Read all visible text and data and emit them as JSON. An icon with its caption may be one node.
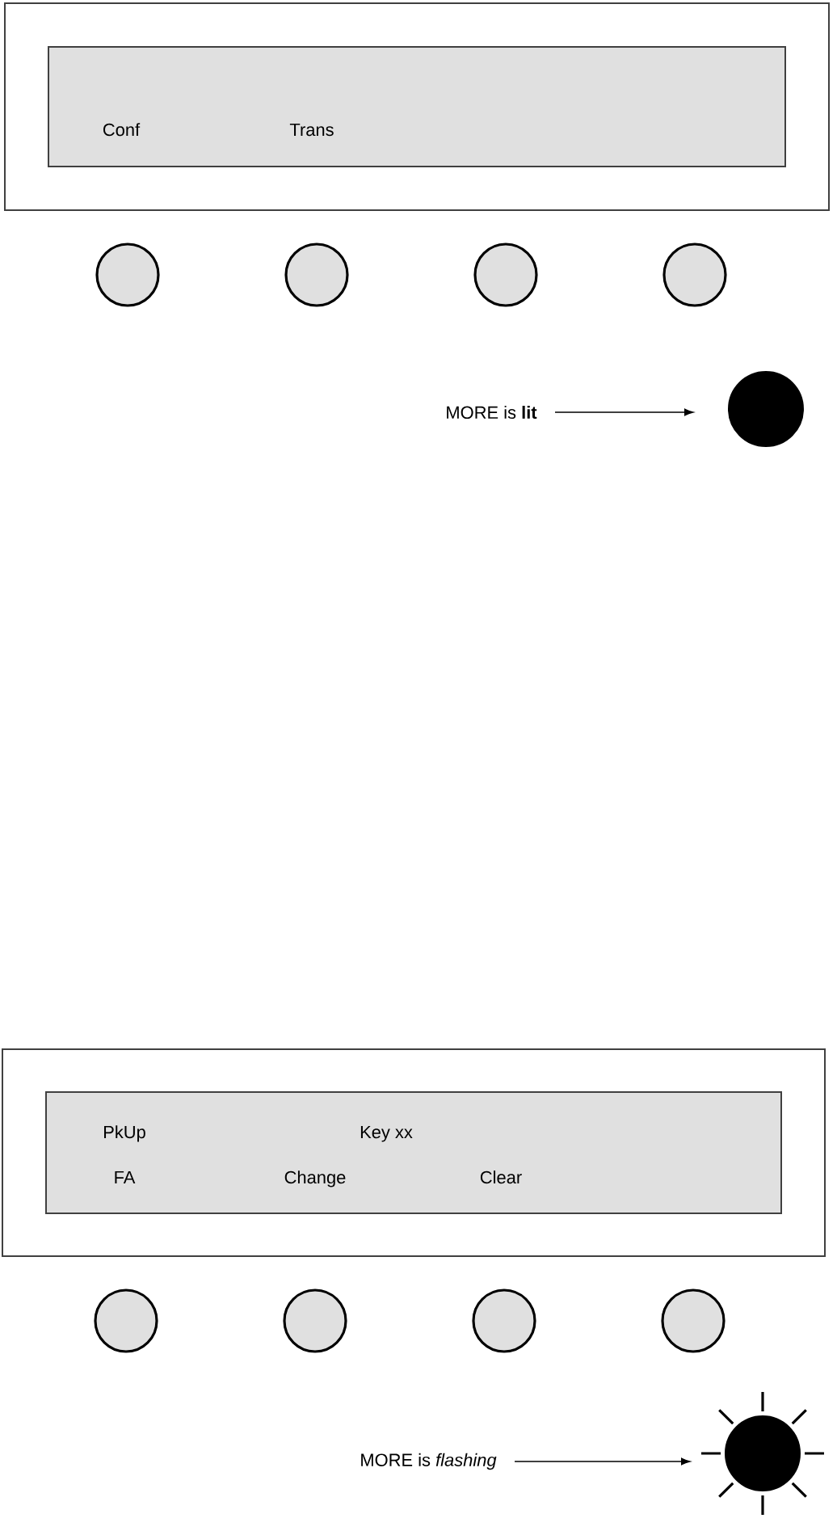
{
  "diagram": {
    "nodes": [
      {
        "text": [],
        "shape": "box"
      },
      {
        "text": [
          "Conf",
          "Trans"
        ],
        "in": 0
      },
      {
        "text": [],
        "shape": "circle"
      },
      {
        "text": [],
        "shape": "circle"
      },
      {
        "text": [],
        "shape": "circle"
      },
      {
        "text": [],
        "shape": "circle"
      },
      {
        "text": [
          "MORE is **lit**"
        ]
      },
      {
        "text": [],
        "shape": "circle"
      },
      {
        "text": [],
        "shape": "box"
      },
      {
        "text": [
          "PkUp",
          "Key xx",
          "FA",
          "Change",
          "Clear"
        ],
        "in": 8
      },
      {
        "text": [],
        "shape": "circle"
      },
      {
        "text": [],
        "shape": "circle"
      },
      {
        "text": [],
        "shape": "circle"
      },
      {
        "text": [],
        "shape": "circle"
      },
      {
        "text": [
          "MORE is *flashing*"
        ]
      },
      {
        "text": [],
        "shape": "circle"
      }
    ],
    "edges": [
      {
        "from": 6,
        "to": 7,
        "arrow": "to"
      },
      {
        "from": 14,
        "to": 15,
        "arrow": "to"
      }
    ]
  }
}
